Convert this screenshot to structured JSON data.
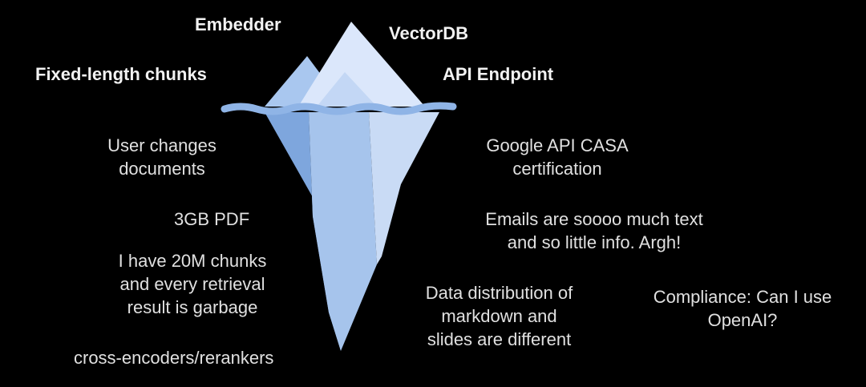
{
  "above_water": {
    "fixed_length_chunks": "Fixed-length chunks",
    "embedder": "Embedder",
    "vectordb": "VectorDB",
    "api_endpoint": "API Endpoint"
  },
  "below_water": {
    "user_changes": [
      "User changes",
      "documents"
    ],
    "pdf": "3GB PDF",
    "chunks": [
      "I have 20M chunks",
      "and every retrieval",
      "result is garbage"
    ],
    "rerankers": "cross-encoders/rerankers",
    "casa": [
      "Google API CASA",
      "certification"
    ],
    "emails": [
      "Emails are soooo much text",
      "and so little info. Argh!"
    ],
    "data_distribution": [
      "Data distribution of",
      "markdown and",
      "slides are different"
    ],
    "compliance": [
      "Compliance: Can I use",
      "OpenAI?"
    ]
  },
  "colors": {
    "background": "#000000",
    "ice_light": "#dbe7fb",
    "ice_mid": "#b3cdf0",
    "ice_dark": "#7ea6dd",
    "water_line": "#8fb4e6"
  }
}
